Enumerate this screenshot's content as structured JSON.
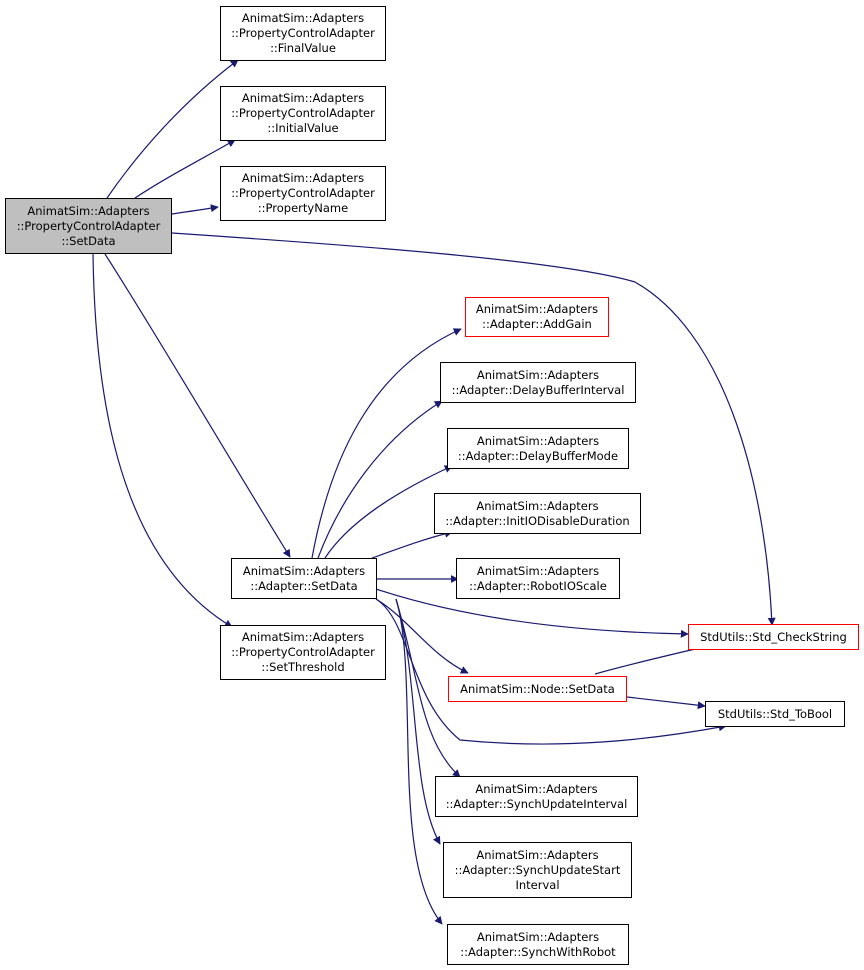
{
  "colors": {
    "edge": "#191970",
    "node_border": "#000000",
    "incomplete_border": "#ff0000",
    "root_fill": "#bfbfbf"
  },
  "nodes": {
    "root": "AnimatSim::Adapters\n::PropertyControlAdapter\n::SetData",
    "final_value": "AnimatSim::Adapters\n::PropertyControlAdapter\n::FinalValue",
    "initial_value": "AnimatSim::Adapters\n::PropertyControlAdapter\n::InitialValue",
    "property_name": "AnimatSim::Adapters\n::PropertyControlAdapter\n::PropertyName",
    "adapter_setdata": "AnimatSim::Adapters\n::Adapter::SetData",
    "set_threshold": "AnimatSim::Adapters\n::PropertyControlAdapter\n::SetThreshold",
    "add_gain": "AnimatSim::Adapters\n::Adapter::AddGain",
    "delay_buffer_interval": "AnimatSim::Adapters\n::Adapter::DelayBufferInterval",
    "delay_buffer_mode": "AnimatSim::Adapters\n::Adapter::DelayBufferMode",
    "init_io_disable": "AnimatSim::Adapters\n::Adapter::InitIODisableDuration",
    "robot_io_scale": "AnimatSim::Adapters\n::Adapter::RobotIOScale",
    "std_checkstring": "StdUtils::Std_CheckString",
    "node_setdata": "AnimatSim::Node::SetData",
    "std_tobool": "StdUtils::Std_ToBool",
    "synch_update_interval": "AnimatSim::Adapters\n::Adapter::SynchUpdateInterval",
    "synch_update_start": "AnimatSim::Adapters\n::Adapter::SynchUpdateStart\nInterval",
    "synch_with_robot": "AnimatSim::Adapters\n::Adapter::SynchWithRobot"
  }
}
